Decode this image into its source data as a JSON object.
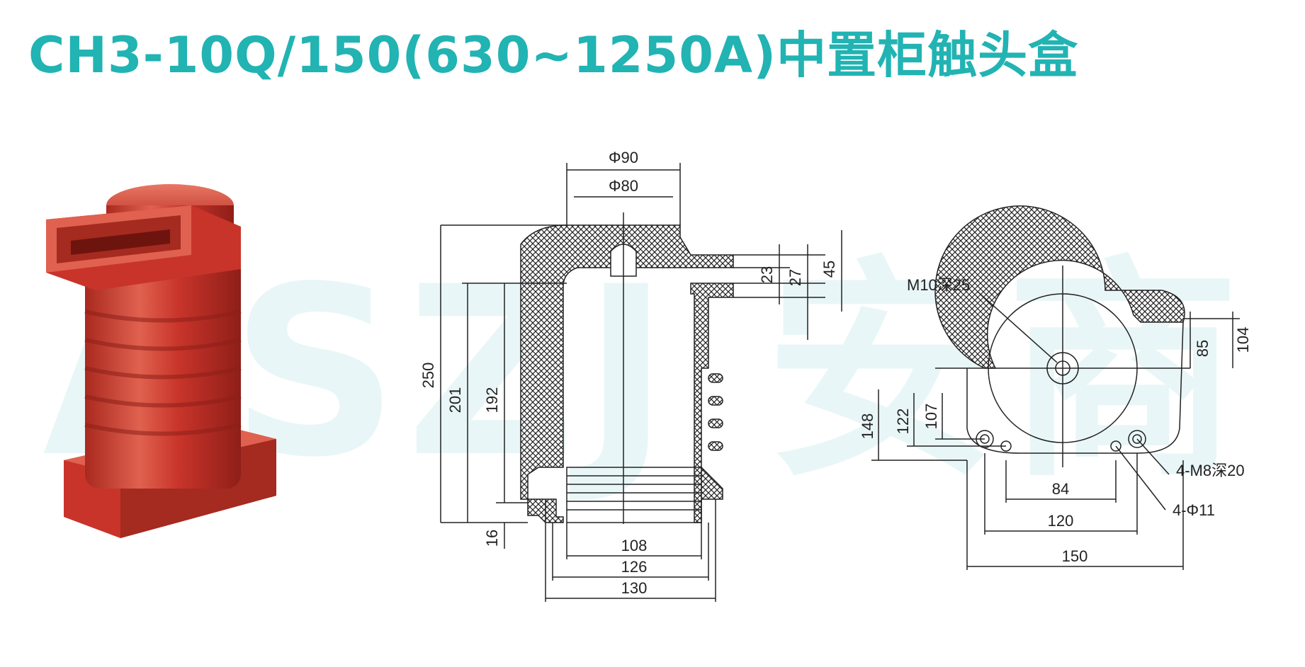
{
  "header": {
    "title": "CH3-10Q/150(630~1250A)中置柜触头盒"
  },
  "watermark": {
    "text": "ASZJ 安商"
  },
  "colors": {
    "title": "#22b3b3",
    "product": "#c8342a",
    "product_light": "#e0614f",
    "product_dark": "#8e1f18",
    "line": "#222222",
    "watermark": "#d7eef0"
  },
  "front_view": {
    "dims": {
      "phi90": "Φ90",
      "phi80": "Φ80",
      "h250": "250",
      "h201": "201",
      "h192": "192",
      "h16": "16",
      "h23": "23",
      "h27": "27",
      "h45": "45",
      "w108": "108",
      "w126": "126",
      "w130": "130"
    }
  },
  "top_view": {
    "labels": {
      "m10": "M10深25",
      "m8": "4-M8深20",
      "phi11": "4-Φ11"
    },
    "dims": {
      "h148": "148",
      "h122": "122",
      "h107": "107",
      "h85": "85",
      "h104": "104",
      "w84": "84",
      "w120": "120",
      "w150": "150"
    }
  }
}
